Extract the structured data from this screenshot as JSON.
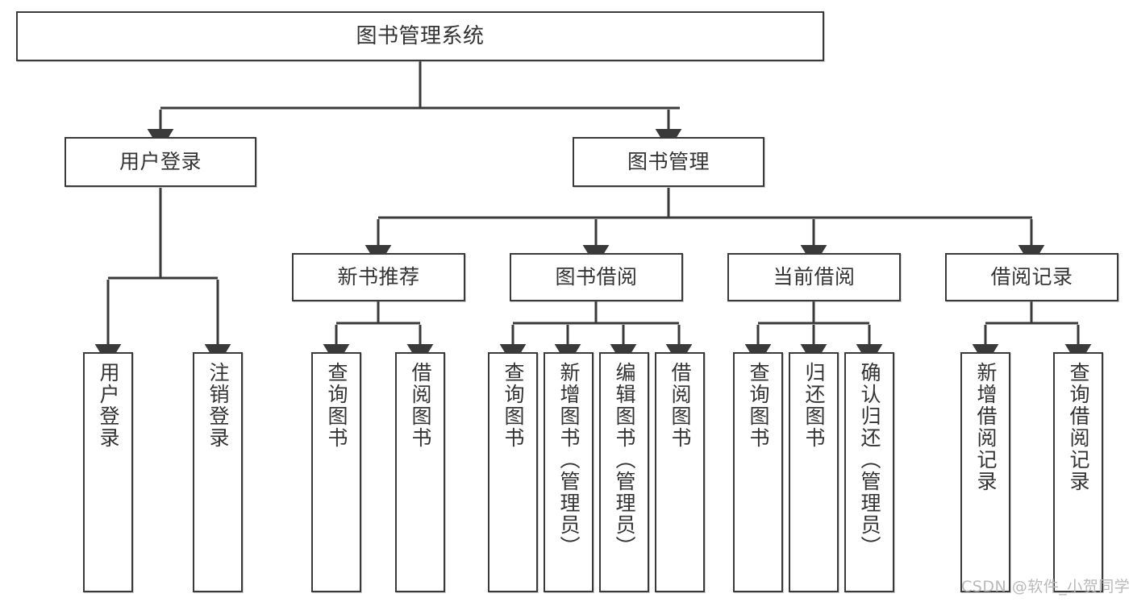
{
  "diagram": {
    "title": "图书管理系统",
    "type": "tree-hierarchy-chart",
    "root": {
      "id": "root",
      "label": "图书管理系统"
    },
    "level1": [
      {
        "id": "user-login",
        "label": "用户登录"
      },
      {
        "id": "book-manage",
        "label": "图书管理"
      }
    ],
    "level2": [
      {
        "id": "new-book-rec",
        "label": "新书推荐",
        "parent": "book-manage"
      },
      {
        "id": "book-borrow",
        "label": "图书借阅",
        "parent": "book-manage"
      },
      {
        "id": "current-borrow",
        "label": "当前借阅",
        "parent": "book-manage"
      },
      {
        "id": "borrow-record",
        "label": "借阅记录",
        "parent": "book-manage"
      }
    ],
    "leaves": [
      {
        "id": "leaf-user-login",
        "label": "用户登录",
        "parent": "user-login"
      },
      {
        "id": "leaf-logout-login",
        "label": "注销登录",
        "parent": "user-login"
      },
      {
        "id": "leaf-query-book-1",
        "label": "查询图书",
        "parent": "new-book-rec"
      },
      {
        "id": "leaf-borrow-book-1",
        "label": "借阅图书",
        "parent": "new-book-rec"
      },
      {
        "id": "leaf-query-book-2",
        "label": "查询图书",
        "parent": "book-borrow"
      },
      {
        "id": "leaf-add-book",
        "label": "新增图书（管理员）",
        "parent": "book-borrow"
      },
      {
        "id": "leaf-edit-book",
        "label": "编辑图书（管理员）",
        "parent": "book-borrow"
      },
      {
        "id": "leaf-borrow-book-2",
        "label": "借阅图书",
        "parent": "book-borrow"
      },
      {
        "id": "leaf-query-book-3",
        "label": "查询图书",
        "parent": "current-borrow"
      },
      {
        "id": "leaf-return-book",
        "label": "归还图书",
        "parent": "current-borrow"
      },
      {
        "id": "leaf-confirm-return",
        "label": "确认归还（管理员）",
        "parent": "current-borrow"
      },
      {
        "id": "leaf-add-record",
        "label": "新增借阅记录",
        "parent": "borrow-record"
      },
      {
        "id": "leaf-query-record",
        "label": "查询借阅记录",
        "parent": "borrow-record"
      }
    ]
  },
  "watermark": {
    "text": "CSDN @软件_小贺同学"
  },
  "colors": {
    "border": "#3a3a3a",
    "text": "#333333",
    "background": "#ffffff",
    "connector": "#3a3a3a",
    "watermark": "#b9b9b9"
  }
}
